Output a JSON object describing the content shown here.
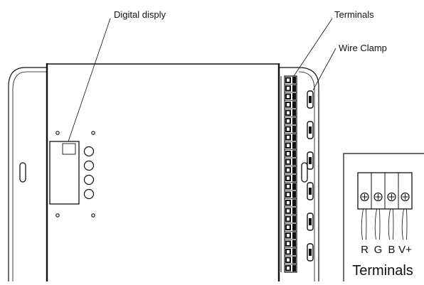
{
  "labels": {
    "digital_display": "Digital disply",
    "terminals": "Terminals",
    "wire_clamp": "Wire Clamp"
  },
  "inset": {
    "pins": [
      "R",
      "G",
      "B",
      "V+"
    ],
    "caption": "Terminals"
  },
  "terminal_count": 24,
  "clamp_count": 6,
  "button_count": 4,
  "colors": {
    "line": "#111111",
    "background": "#ffffff"
  }
}
